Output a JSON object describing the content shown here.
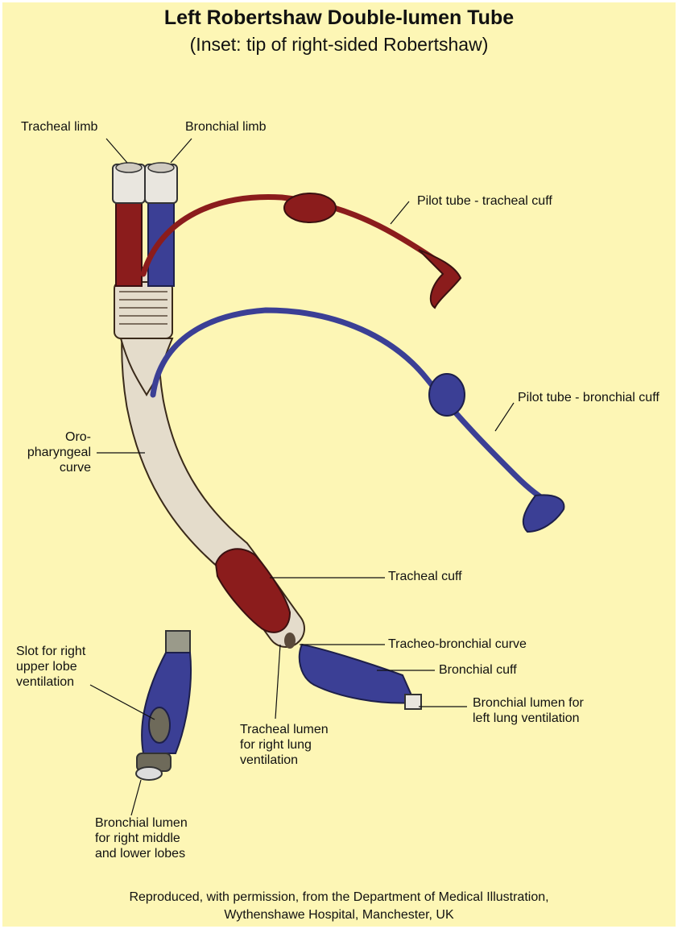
{
  "title": "Left Robertshaw Double-lumen Tube",
  "subtitle": "(Inset: tip of right-sided Robertshaw)",
  "labels": {
    "tracheal_limb": "Tracheal limb",
    "bronchial_limb": "Bronchial limb",
    "pilot_tracheal": "Pilot tube - tracheal cuff",
    "pilot_bronchial": "Pilot tube - bronchial cuff",
    "oropharyngeal": "Oro-\npharyngeal\ncurve",
    "tracheal_cuff": "Tracheal cuff",
    "tracheo_bronchial": "Tracheo-bronchial curve",
    "bronchial_cuff": "Bronchial cuff",
    "bronchial_lumen_left": "Bronchial lumen for\nleft lung ventilation",
    "tracheal_lumen_right": "Tracheal lumen\nfor right lung\nventilation",
    "slot_rul": "Slot for right\nupper lobe\nventilation",
    "bronchial_lumen_rml": "Bronchial lumen\nfor right middle\nand lower lobes"
  },
  "credit": "Reproduced, with permission, from the Department of Medical Illustration,\nWythenshawe Hospital, Manchester, UK",
  "colors": {
    "background": "#fdf6b5",
    "tracheal_red": "#8b1c1c",
    "bronchial_blue": "#3b3f95",
    "tube_beige": "#e4dccb"
  }
}
